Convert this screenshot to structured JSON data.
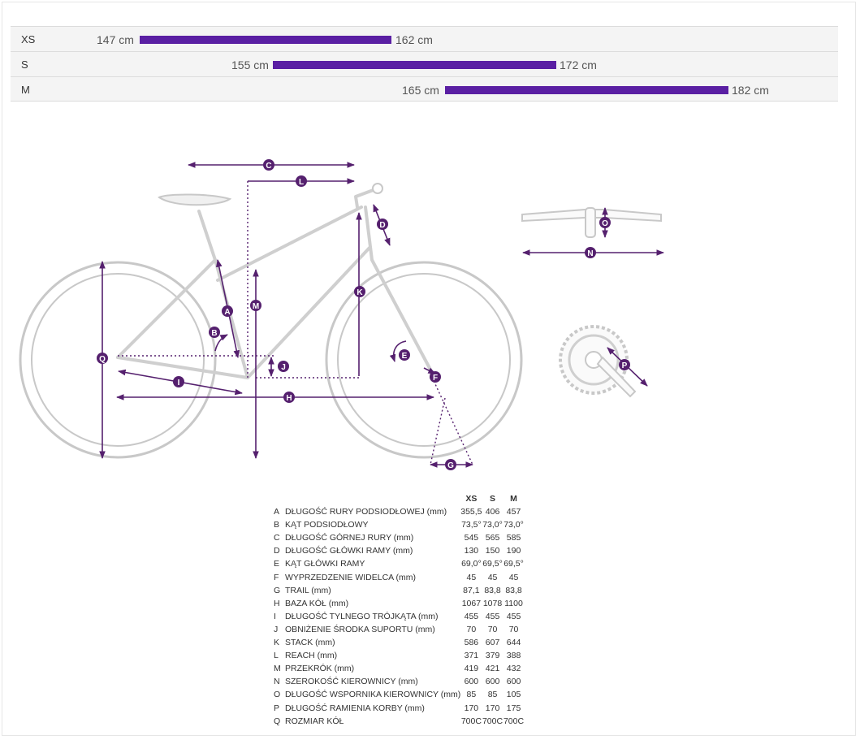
{
  "size_chart": {
    "rows": [
      {
        "size": "XS",
        "min_label": "147 cm",
        "max_label": "162 cm",
        "min_cm": 147,
        "max_cm": 162
      },
      {
        "size": "S",
        "min_label": "155 cm",
        "max_label": "172 cm",
        "min_cm": 155,
        "max_cm": 172
      },
      {
        "size": "M",
        "min_label": "165 cm",
        "max_label": "182 cm",
        "min_cm": 165,
        "max_cm": 182
      }
    ],
    "bar_color": "#5a1fa3"
  },
  "diagram": {
    "marker_color": "#55206e",
    "markers": [
      "A",
      "B",
      "C",
      "D",
      "E",
      "F",
      "G",
      "H",
      "I",
      "J",
      "K",
      "L",
      "M",
      "N",
      "O",
      "P",
      "Q"
    ]
  },
  "geometry": {
    "headers": [
      "XS",
      "S",
      "M"
    ],
    "rows": [
      {
        "letter": "A",
        "name": "DŁUGOŚĆ RURY PODSIODŁOWEJ (mm)",
        "values": [
          "355,5",
          "406",
          "457"
        ]
      },
      {
        "letter": "B",
        "name": "KĄT PODSIODŁOWY",
        "values": [
          "73,5°",
          "73,0°",
          "73,0°"
        ]
      },
      {
        "letter": "C",
        "name": "DŁUGOŚĆ GÓRNEJ RURY (mm)",
        "values": [
          "545",
          "565",
          "585"
        ]
      },
      {
        "letter": "D",
        "name": "DŁUGOŚĆ GŁÓWKI RAMY (mm)",
        "values": [
          "130",
          "150",
          "190"
        ]
      },
      {
        "letter": "E",
        "name": "KĄT GŁÓWKI RAMY",
        "values": [
          "69,0°",
          "69,5°",
          "69,5°"
        ]
      },
      {
        "letter": "F",
        "name": "WYPRZEDZENIE WIDELCA (mm)",
        "values": [
          "45",
          "45",
          "45"
        ]
      },
      {
        "letter": "G",
        "name": "TRAIL (mm)",
        "values": [
          "87,1",
          "83,8",
          "83,8"
        ]
      },
      {
        "letter": "H",
        "name": "BAZA KÓŁ (mm)",
        "values": [
          "1067",
          "1078",
          "1100"
        ]
      },
      {
        "letter": "I",
        "name": "DŁUGOŚĆ TYLNEGO TRÓJKĄTA (mm)",
        "values": [
          "455",
          "455",
          "455"
        ]
      },
      {
        "letter": "J",
        "name": "OBNIŻENIE ŚRODKA SUPORTU (mm)",
        "values": [
          "70",
          "70",
          "70"
        ]
      },
      {
        "letter": "K",
        "name": "STACK (mm)",
        "values": [
          "586",
          "607",
          "644"
        ]
      },
      {
        "letter": "L",
        "name": "REACH (mm)",
        "values": [
          "371",
          "379",
          "388"
        ]
      },
      {
        "letter": "M",
        "name": "PRZEKRÓK (mm)",
        "values": [
          "419",
          "421",
          "432"
        ]
      },
      {
        "letter": "N",
        "name": "SZEROKOŚĆ KIEROWNICY (mm)",
        "values": [
          "600",
          "600",
          "600"
        ]
      },
      {
        "letter": "O",
        "name": "DŁUGOŚĆ WSPORNIKA KIEROWNICY (mm)",
        "values": [
          "85",
          "85",
          "105"
        ]
      },
      {
        "letter": "P",
        "name": "DŁUGOŚĆ RAMIENIA KORBY (mm)",
        "values": [
          "170",
          "170",
          "175"
        ]
      },
      {
        "letter": "Q",
        "name": "ROZMIAR KÓŁ",
        "values": [
          "700C",
          "700C",
          "700C"
        ]
      }
    ]
  }
}
